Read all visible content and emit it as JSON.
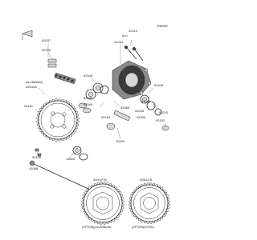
{
  "diagram": {
    "page_code": "E0040",
    "labels": {
      "p92037": "92037",
      "p92200": "92200",
      "p41034": "41034",
      "p92310": "92310",
      "p610": "610",
      "alum_note": "(ALUMINIUM)",
      "p42041a": "42041A",
      "p92151": "92151",
      "p92049a": "92049",
      "p92045a": "92045",
      "p92049b": "92049",
      "p92055": "92055",
      "p92049c": "92049",
      "p41048": "41048",
      "p92160": "92160",
      "p92043": "92043",
      "p92210": "92210",
      "p92200b": "92200",
      "p92152": "92152",
      "p92150": "92150",
      "p11065a": "11065",
      "p11065b": "11065",
      "p41068": "41068",
      "opt_left_code": "42041(F/G)",
      "opt_left_note": "(OPTION)(ALUMINIUM)",
      "opt_right_code": "42041A-B",
      "opt_right_note": "(OPTION)(STEEL)"
    }
  }
}
